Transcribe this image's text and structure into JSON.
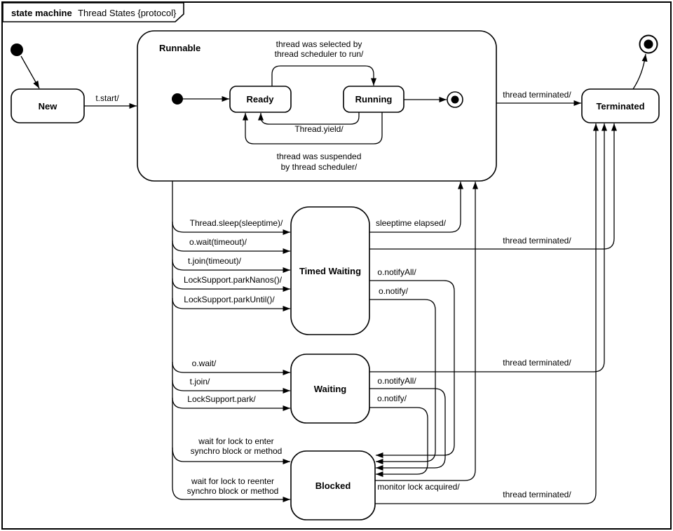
{
  "frame": {
    "keyword": "state machine",
    "title": "Thread States {protocol}"
  },
  "states": {
    "new": "New",
    "runnable": "Runnable",
    "ready": "Ready",
    "running": "Running",
    "terminated": "Terminated",
    "timed_waiting": "Timed Waiting",
    "waiting": "Waiting",
    "blocked": "Blocked"
  },
  "transitions": {
    "t_start": "t.start/",
    "scheduler_selected": [
      "thread was selected by",
      "thread scheduler to run/"
    ],
    "thread_yield": "Thread.yield/",
    "scheduler_suspended": [
      "thread was suspended",
      "by thread scheduler/"
    ],
    "runnable_terminated": "thread terminated/",
    "thread_sleep": "Thread.sleep(sleeptime)/",
    "o_wait_timeout": "o.wait(timeout)/",
    "t_join_timeout": "t.join(timeout)/",
    "park_nanos": "LockSupport.parkNanos()/",
    "park_until": "LockSupport.parkUntil()/",
    "sleeptime_elapsed": "sleeptime elapsed/",
    "tw_notify_all": "o.notifyAll/",
    "tw_notify": "o.notify/",
    "tw_terminated": "thread terminated/",
    "o_wait": "o.wait/",
    "t_join": "t.join/",
    "lock_support_park": "LockSupport.park/",
    "w_notify_all": "o.notifyAll/",
    "w_notify": "o.notify/",
    "w_terminated": "thread terminated/",
    "wait_enter": [
      "wait for lock to enter",
      "synchro block or method"
    ],
    "wait_reenter": [
      "wait for lock to reenter",
      "synchro block or method"
    ],
    "monitor_lock_acquired": "monitor lock acquired/",
    "blocked_terminated": "thread terminated/"
  },
  "colors": {
    "substate_label": "#2f4f6f",
    "line": "#000000",
    "background": "#ffffff"
  }
}
